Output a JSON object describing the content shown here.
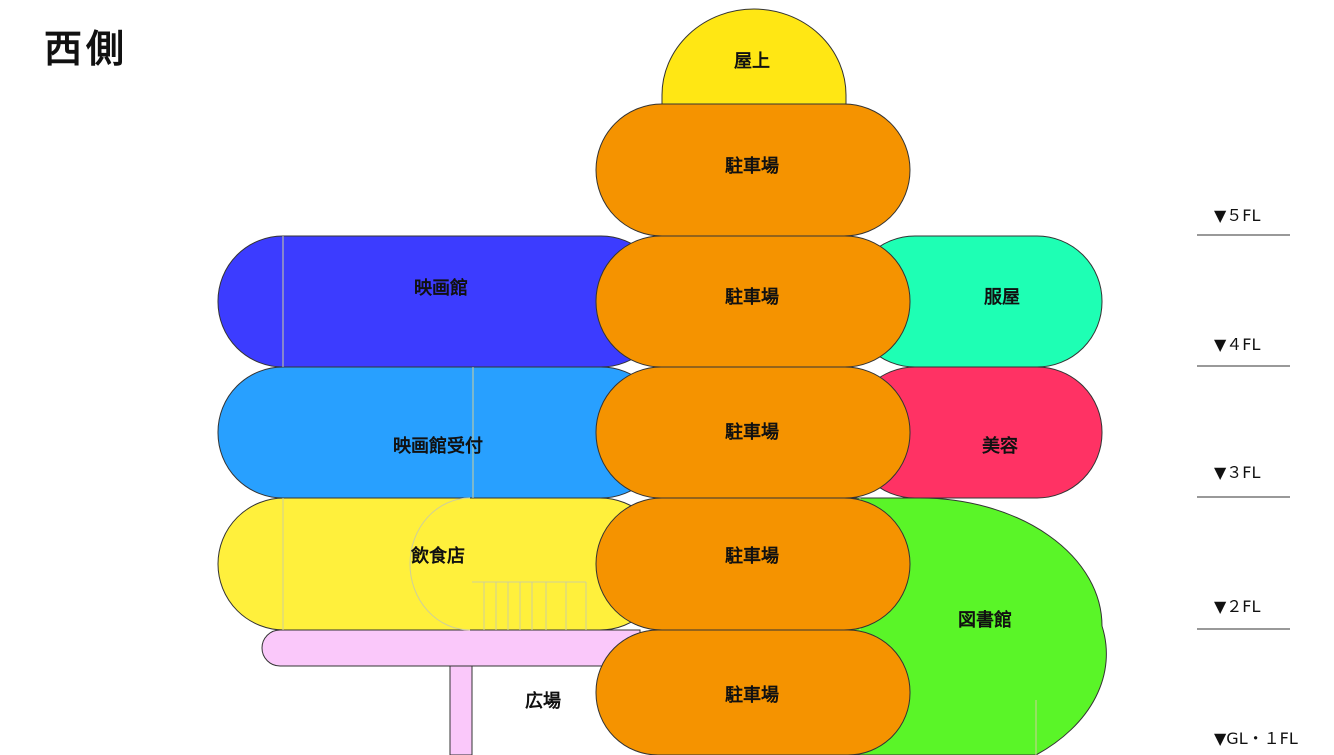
{
  "title": "西側",
  "colors": {
    "roof": "#FFE714",
    "parking": "#F59300",
    "cinema": "#3C3CFF",
    "clothing": "#1EFFB4",
    "cinema_reception": "#28A0FF",
    "beauty": "#FF3264",
    "restaurant": "#FFF03C",
    "library": "#5AF528",
    "plaza": "#FAC8FA"
  },
  "zones": {
    "roof": "屋上",
    "parking_5": "駐車場",
    "parking_4": "駐車場",
    "parking_3": "駐車場",
    "parking_2": "駐車場",
    "parking_1": "駐車場",
    "cinema": "映画館",
    "clothing": "服屋",
    "cinema_reception": "映画館受付",
    "beauty": "美容",
    "restaurant": "飲食店",
    "library": "図書館",
    "plaza": "広場"
  },
  "floors": {
    "f5": "▼５FL",
    "f4": "▼４FL",
    "f3": "▼３FL",
    "f2": "▼２FL",
    "f1": "▼GL・１FL"
  }
}
